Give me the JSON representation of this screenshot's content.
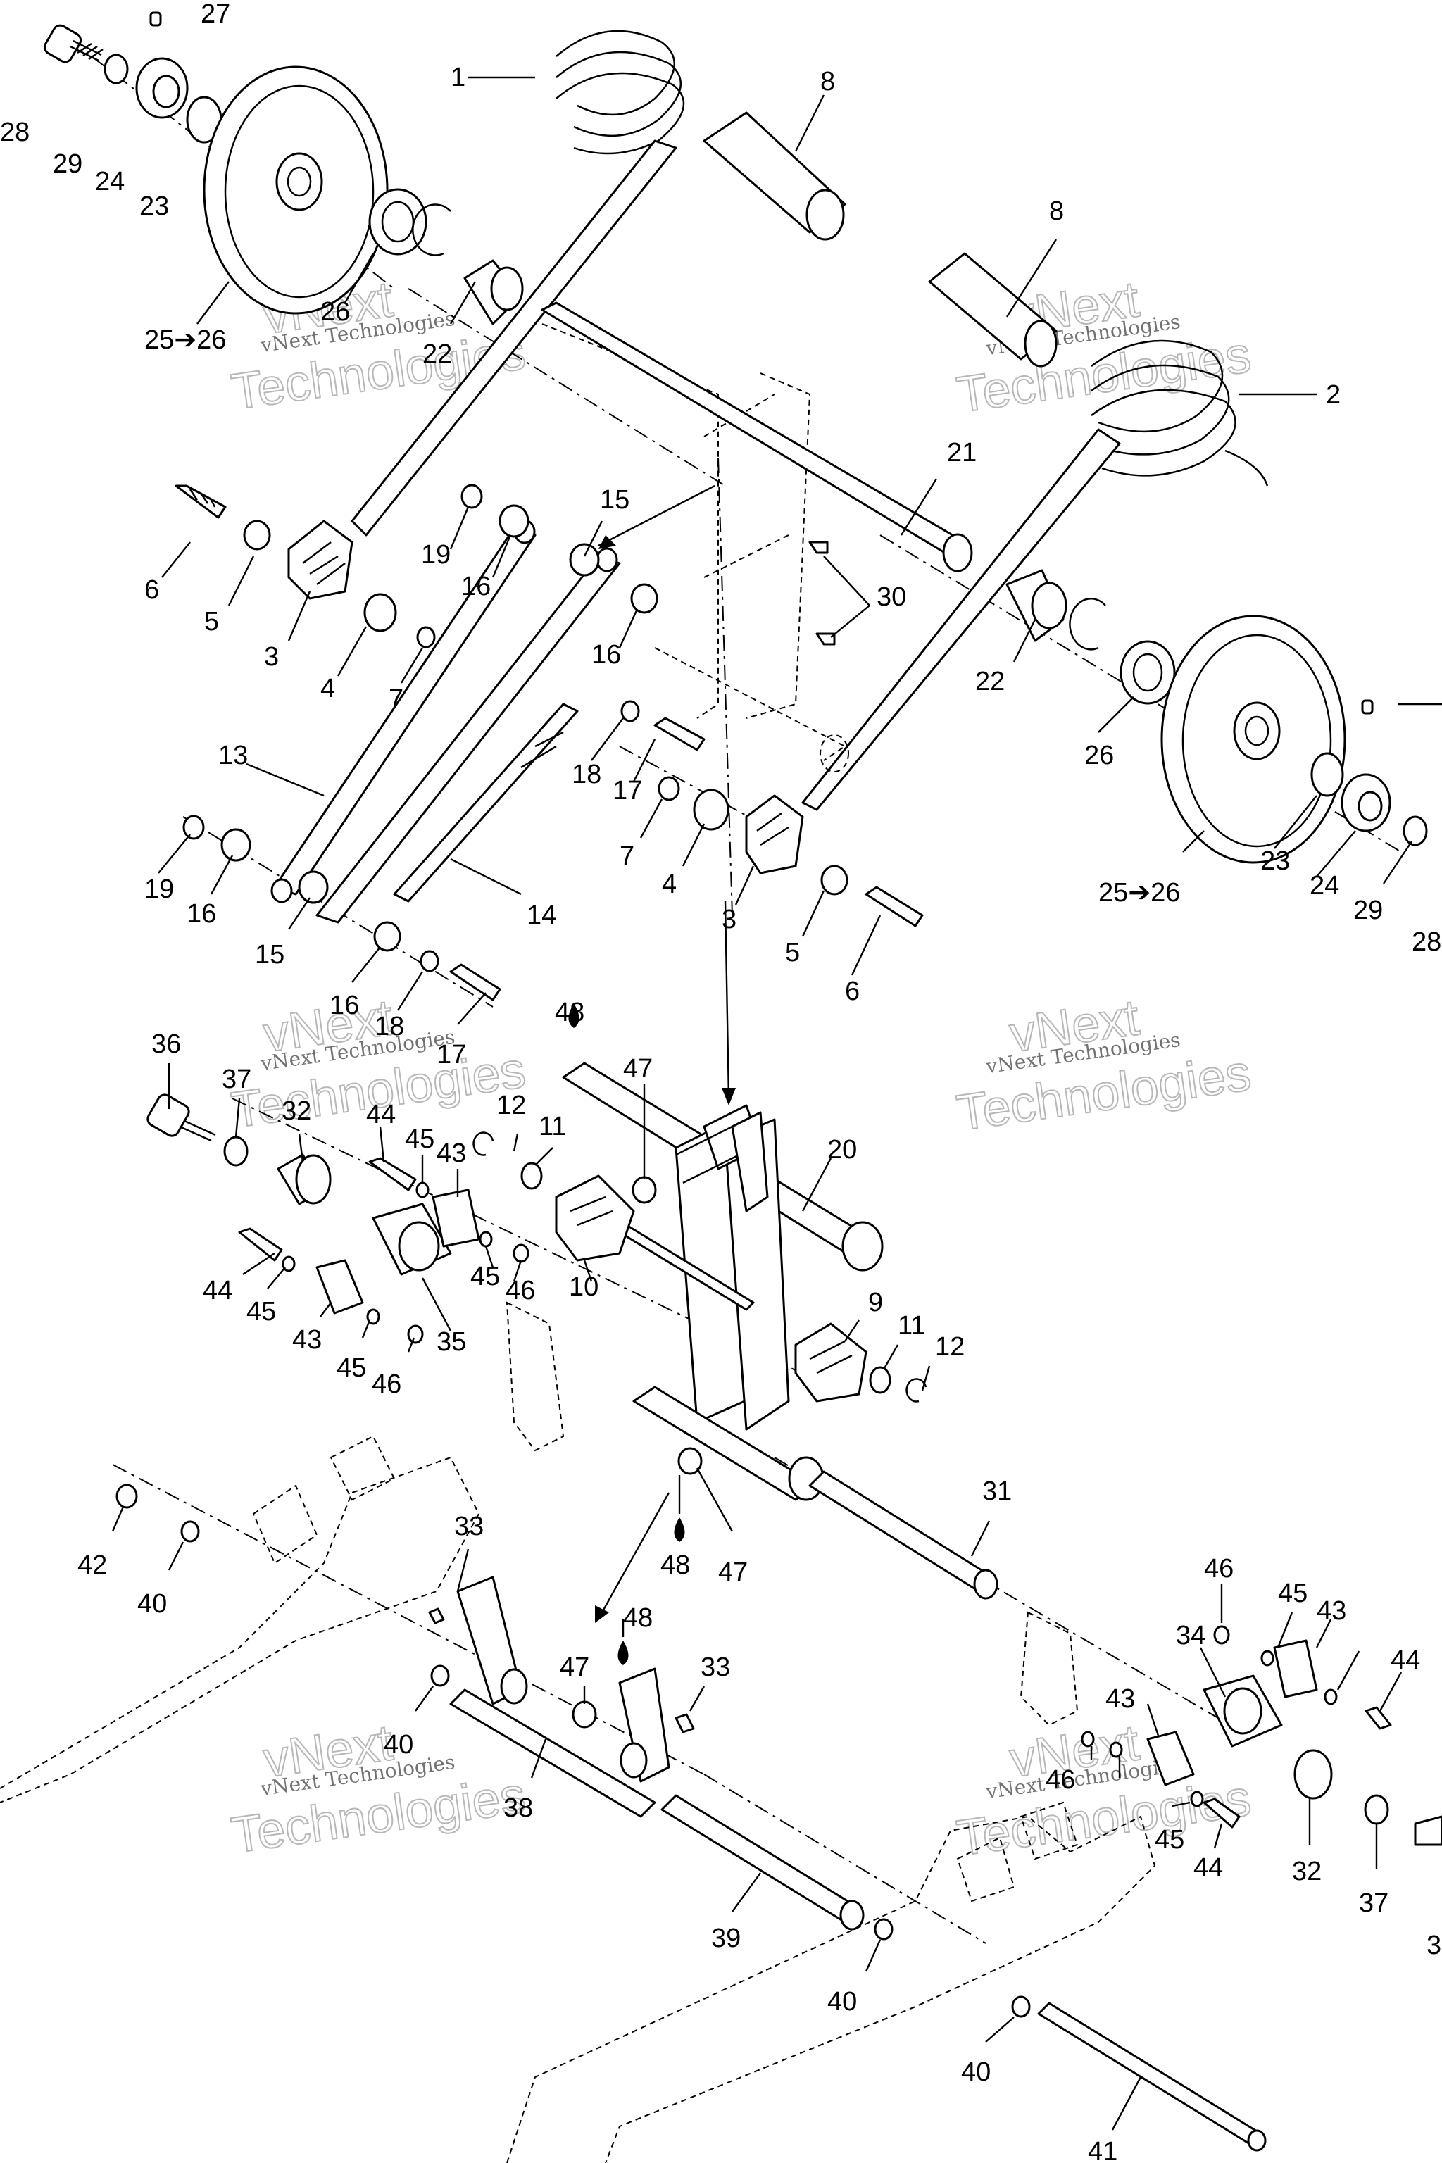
{
  "watermark": {
    "line1": "vNext Technologies",
    "line2": "vNext",
    "line3": "Technologies"
  },
  "callouts": {
    "c1": "1",
    "c2": "2",
    "c3a": "3",
    "c3b": "3",
    "c4a": "4",
    "c4b": "4",
    "c5a": "5",
    "c5b": "5",
    "c6a": "6",
    "c6b": "6",
    "c7a": "7",
    "c7b": "7",
    "c8a": "8",
    "c8b": "8",
    "c9": "9",
    "c10": "10",
    "c11a": "11",
    "c11b": "11",
    "c12a": "12",
    "c12b": "12",
    "c13": "13",
    "c14": "14",
    "c15a": "15",
    "c15b": "15",
    "c16a": "16",
    "c16b": "16",
    "c16c": "16",
    "c16d": "16",
    "c17a": "17",
    "c17b": "17",
    "c18a": "18",
    "c18b": "18",
    "c19a": "19",
    "c19b": "19",
    "c20": "20",
    "c21": "21",
    "c22a": "22",
    "c22b": "22",
    "c23a": "23",
    "c23b": "23",
    "c24a": "24",
    "c24b": "24",
    "c25a": "25➔26",
    "c25b": "25➔26",
    "c26a": "26",
    "c26b": "26",
    "c27": "27",
    "c28a": "28",
    "c28b": "28",
    "c29a": "29",
    "c29b": "29",
    "c30": "30",
    "c31": "31",
    "c32a": "32",
    "c32b": "32",
    "c33a": "33",
    "c33b": "33",
    "c34": "34",
    "c35": "35",
    "c36": "36",
    "c36b": "3",
    "c37a": "37",
    "c37b": "37",
    "c38": "38",
    "c39": "39",
    "c40a": "40",
    "c40b": "40",
    "c40c": "40",
    "c40d": "40",
    "c41": "41",
    "c42": "42",
    "c43a": "43",
    "c43b": "43",
    "c43c": "43",
    "c43d": "43",
    "c44a": "44",
    "c44b": "44",
    "c44c": "44",
    "c44d": "44",
    "c45a": "45",
    "c45b": "45",
    "c45c": "45",
    "c45d": "45",
    "c45e": "45",
    "c45f": "45",
    "c46a": "46",
    "c46b": "46",
    "c46c": "46",
    "c46d": "46",
    "c47a": "47",
    "c47b": "47",
    "c47c": "47",
    "c48a": "48",
    "c48b": "48",
    "c48c": "48"
  }
}
